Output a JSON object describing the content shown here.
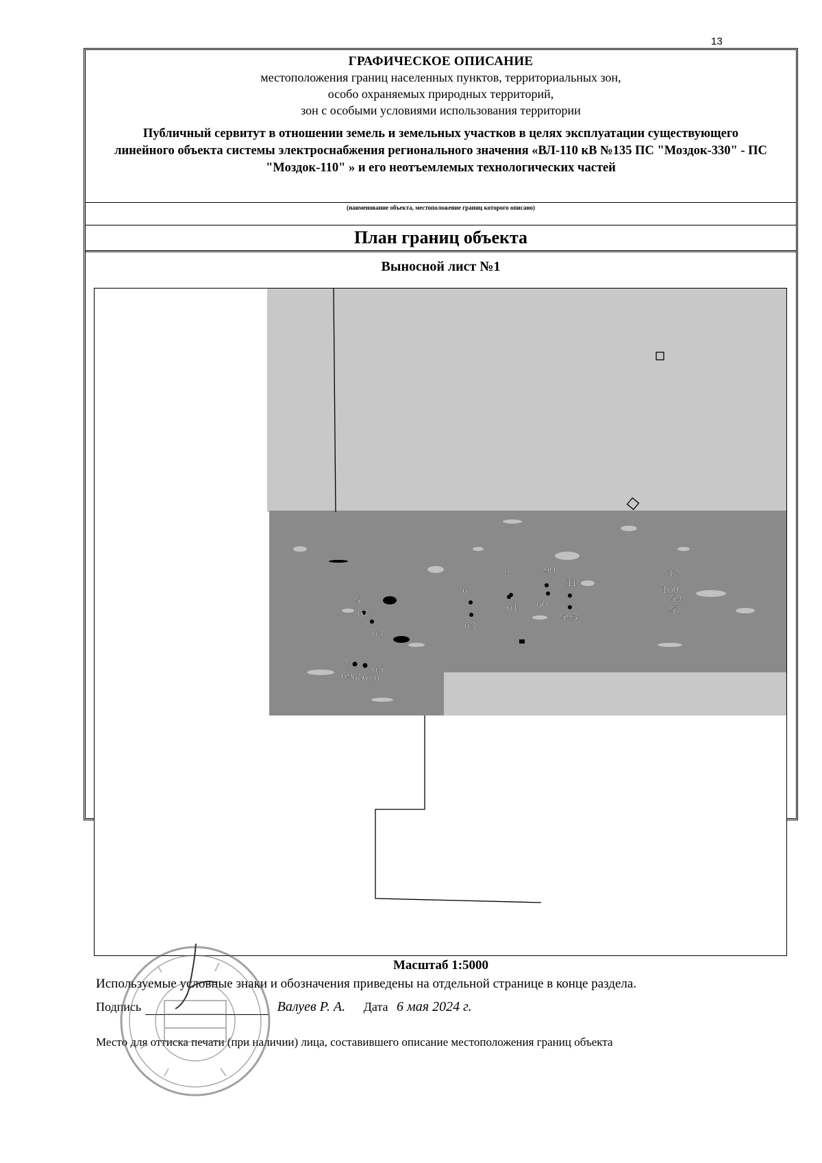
{
  "page_number": "13",
  "header": {
    "title": "ГРАФИЧЕСКОЕ ОПИСАНИЕ",
    "subtitle_lines": [
      "местоположения границ населенных пунктов, территориальных зон,",
      "особо охраняемых природных территорий,",
      "зон с особыми условиями использования территории"
    ],
    "object_name": "Публичный сервитут в отношении земель и земельных участков в целях эксплуатации существующего линейного объекта системы электроснабжения регионального значения «ВЛ-110 кВ №135 ПС \"Моздок-330\" - ПС \"Моздок-110\"   » и его неотъемлемых технологических частей",
    "caption": "(наименование объекта, местоположение границ которого описано)"
  },
  "plan_title": "План границ объекта",
  "sheet_title": "Выносной лист №1",
  "map": {
    "point_labels": [
      "8",
      "90",
      "11",
      "6",
      "61",
      "60",
      "593",
      "63",
      "12",
      "160",
      "59",
      "57",
      "5",
      "67",
      "64",
      "2",
      "65",
      "69",
      "68",
      "676"
    ],
    "colors": {
      "light_zone": "#c8c8c8",
      "dark_zone": "#8a8a8a",
      "boundary": "#000000"
    }
  },
  "scale": "Масштаб 1:5000",
  "legend_note": "Используемые условные знаки и обозначения приведены на отдельной странице в конце раздела.",
  "signature": {
    "label": "Подпись",
    "name": "Валуев Р. А.",
    "date_label": "Дата",
    "date": "6 мая 2024 г."
  },
  "stamp_place": "Место для оттиска печати (при наличии) лица, составившего описание местоположения границ объекта"
}
